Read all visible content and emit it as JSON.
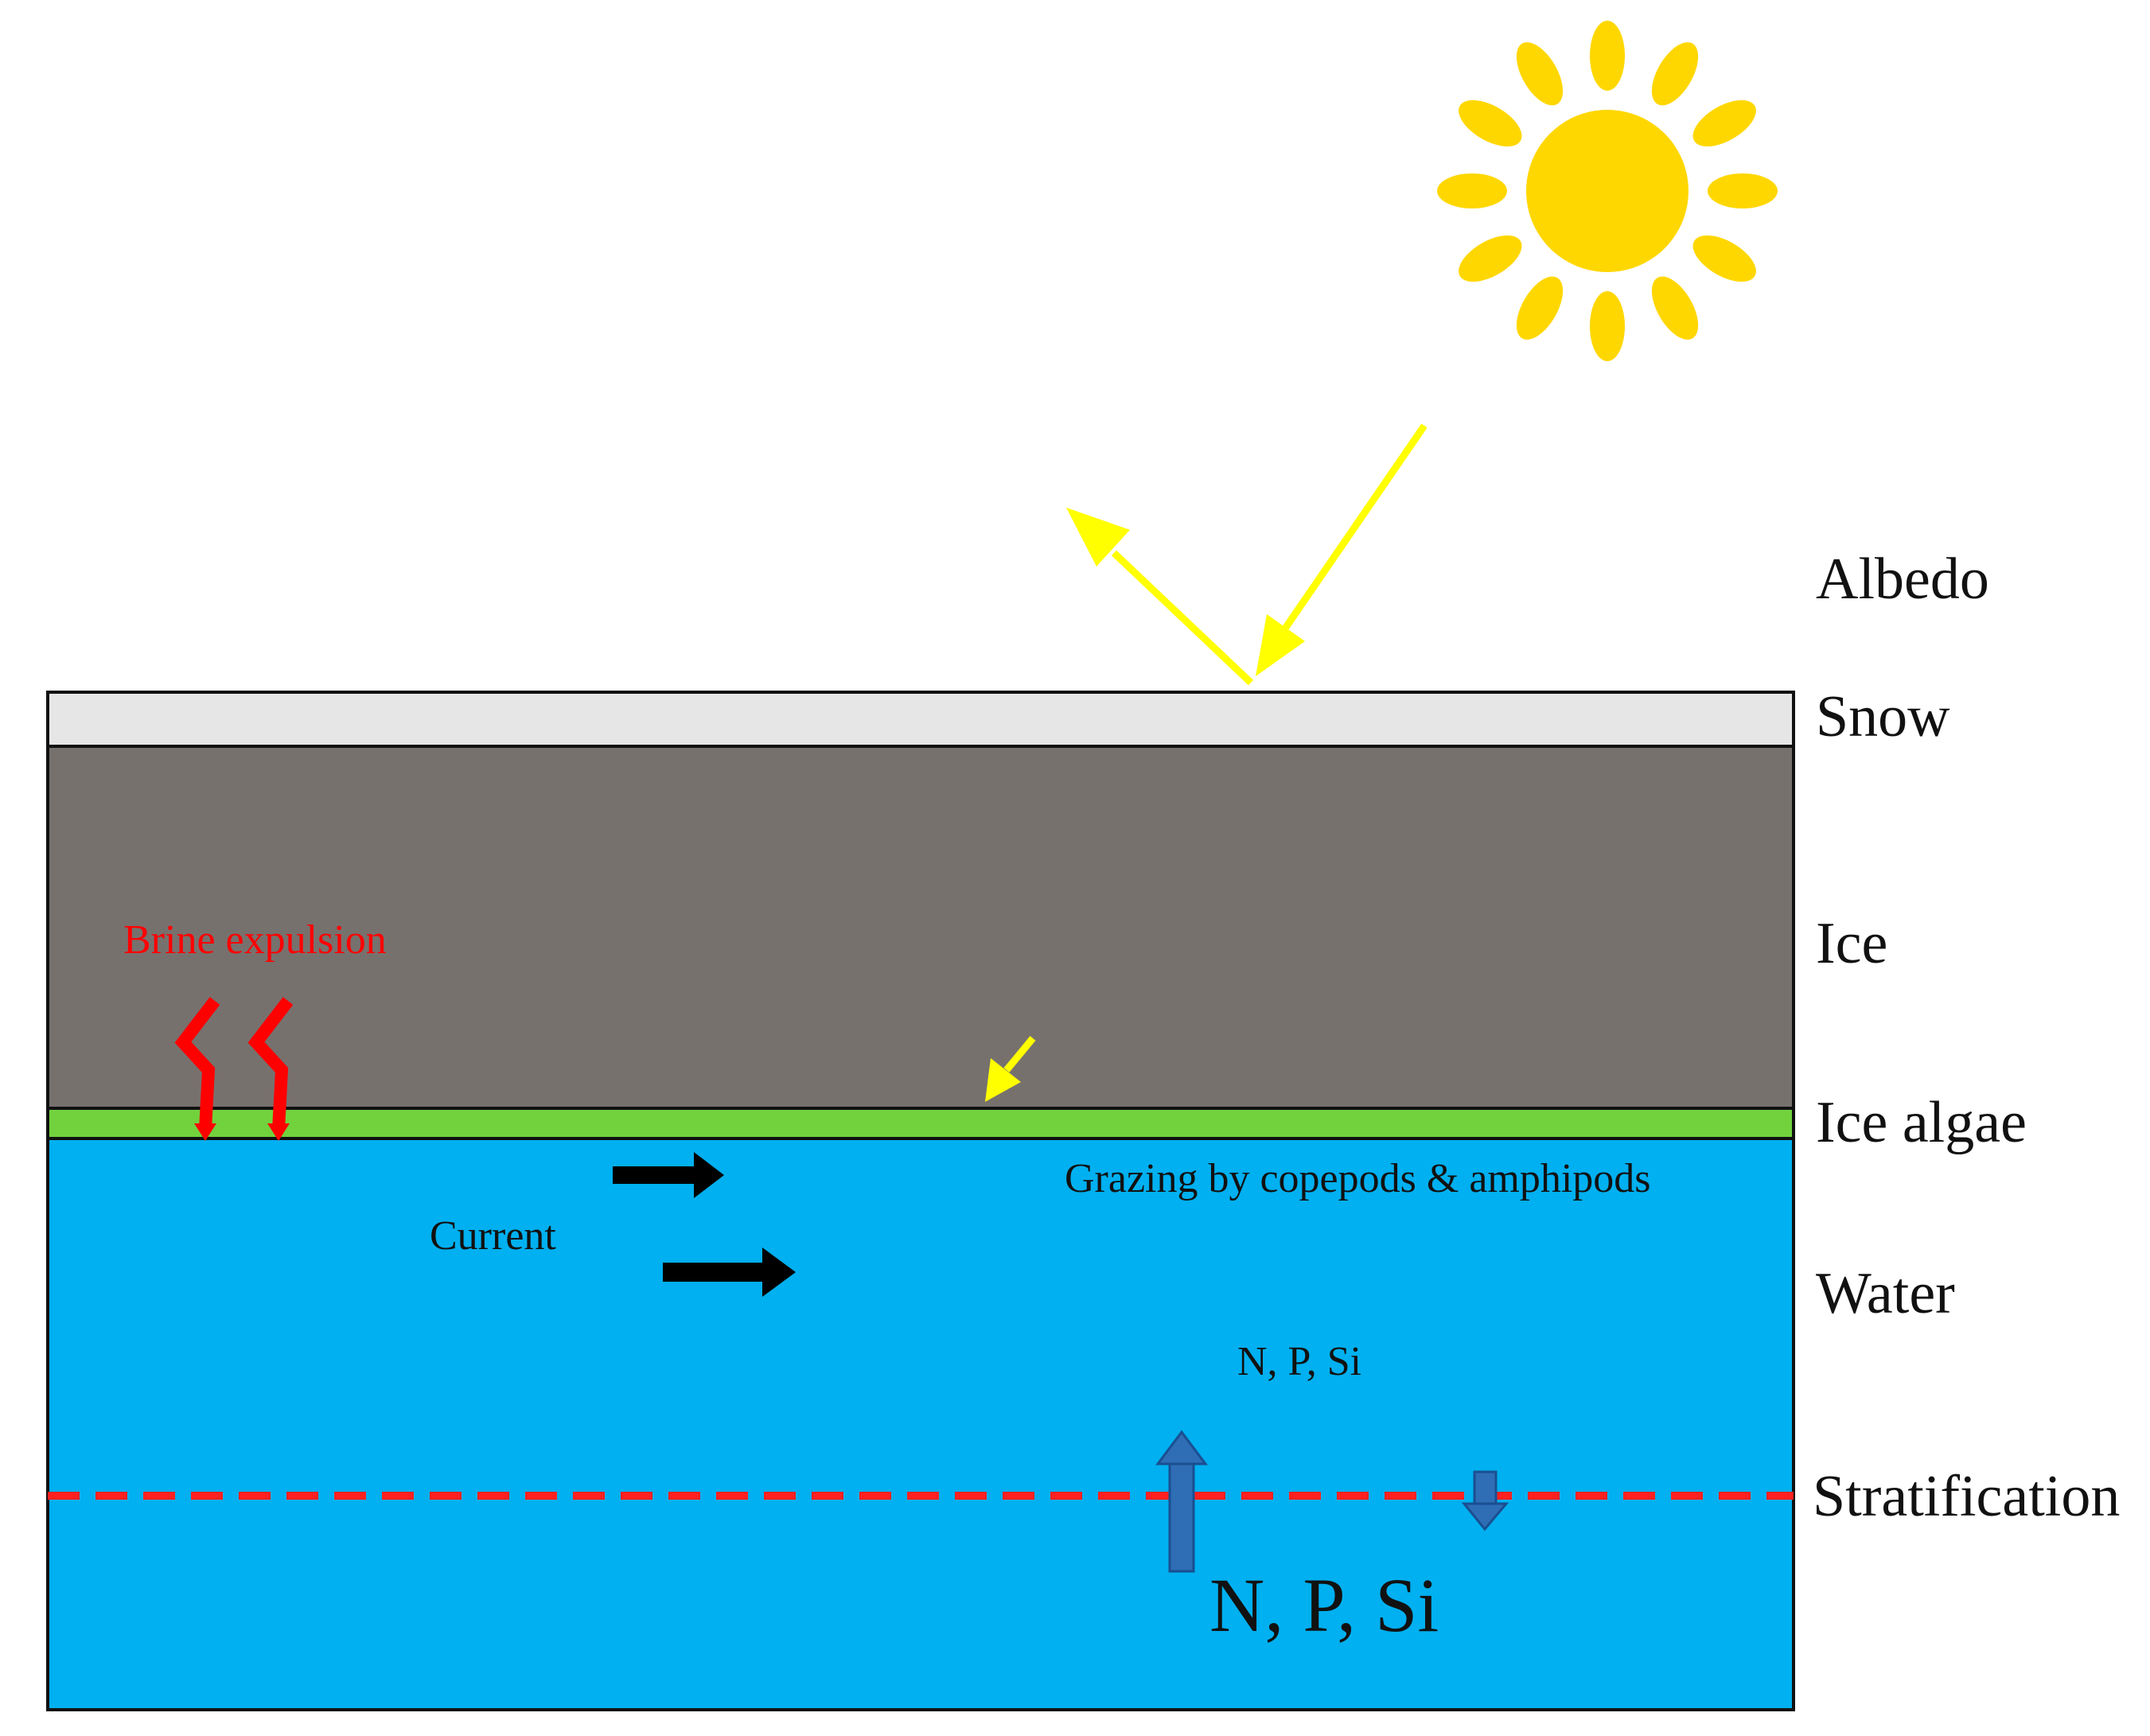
{
  "labels": {
    "albedo": "Albedo",
    "snow": "Snow",
    "ice": "Ice",
    "ice_algae": "Ice algae",
    "water": "Water",
    "stratification": "Stratification",
    "brine": "Brine expulsion",
    "grazing": "Grazing by copepods & amphipods",
    "current": "Current",
    "nutrients_upper": "N, P, Si",
    "nutrients_lower": "N, P, Si"
  },
  "colors": {
    "snow": "#e6e6e6",
    "ice": "#77716e",
    "ice_algae": "#72d23e",
    "water": "#00b0f0",
    "stratification_line": "#ff2020",
    "brine": "#ff0000",
    "sunlight": "#ffff00",
    "sun": "#ffd700",
    "nutrient_arrows": "#2f6db5",
    "current_arrows": "#000000"
  },
  "icons": {
    "sun": "sun-icon",
    "incoming_light": "incoming-light-arrow",
    "reflected_light": "reflected-light-arrow",
    "light_penetration": "light-penetration-arrow",
    "brine_channels": "brine-expulsion-arrows",
    "current": "current-arrows",
    "nutrient_flux_up": "upward-nutrient-arrow",
    "nutrient_flux_down": "downward-nutrient-arrow"
  }
}
